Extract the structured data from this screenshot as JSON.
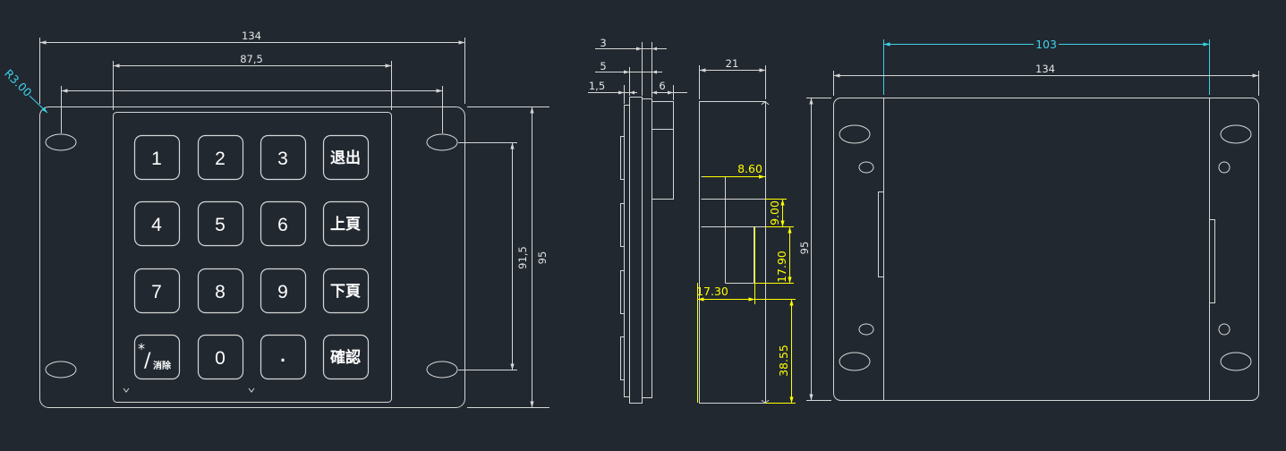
{
  "colors": {
    "background": "#212830",
    "line": "#d6d6d6",
    "text": "#e4e4e4",
    "highlight": "#ffff00",
    "accent": "#3ed2e8"
  },
  "front_view": {
    "overall_width": "134",
    "keypad_width": "87,5",
    "corner_radius": "R3.00",
    "slot_spacing": "91,5",
    "overall_height": "95",
    "keys": [
      {
        "label": "1"
      },
      {
        "label": "2"
      },
      {
        "label": "3"
      },
      {
        "label": "退出"
      },
      {
        "label": "4"
      },
      {
        "label": "5"
      },
      {
        "label": "6"
      },
      {
        "label": "上頁"
      },
      {
        "label": "7"
      },
      {
        "label": "8"
      },
      {
        "label": "9"
      },
      {
        "label": "下頁"
      },
      {
        "symbol": "*",
        "separator": "/",
        "caption": "消除"
      },
      {
        "label": "0"
      },
      {
        "label": "."
      },
      {
        "label": "確認"
      }
    ]
  },
  "profile_view": {
    "dim_a": "3",
    "dim_b": "5",
    "dim_c": "1,5",
    "dim_d": "6"
  },
  "side_view": {
    "depth": "21",
    "dim_horizontal_top": "8.60",
    "dim_vertical_short": "9.00",
    "dim_vertical_mid": "17.90",
    "dim_horizontal_bottom": "17.30",
    "dim_vertical_long": "38.55"
  },
  "back_view": {
    "inner_width": "103",
    "overall_width": "134",
    "overall_height": "95"
  }
}
